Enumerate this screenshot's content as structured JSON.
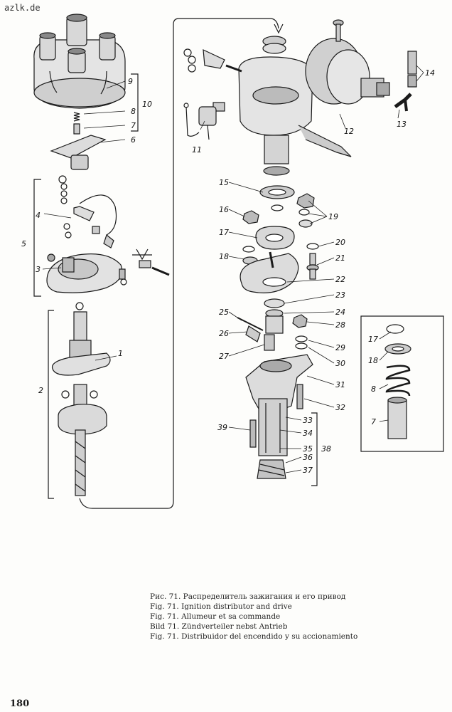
{
  "watermark": "azlk.de",
  "figure": {
    "labels": {
      "l1": "1",
      "l2": "2",
      "l3": "3",
      "l4": "4",
      "l5": "5",
      "l6": "6",
      "l7": "7",
      "l8": "8",
      "l9": "9",
      "l10": "10",
      "l11": "11",
      "l12": "12",
      "l13": "13",
      "l14": "14",
      "l15": "15",
      "l16": "16",
      "l17": "17",
      "l18": "18",
      "l19": "19",
      "l20": "20",
      "l21": "21",
      "l22": "22",
      "l23": "23",
      "l24": "24",
      "l25": "25",
      "l26": "26",
      "l27": "27",
      "l28": "28",
      "l29": "29",
      "l30": "30",
      "l31": "31",
      "l32": "32",
      "l33": "33",
      "l34": "34",
      "l35": "35",
      "l36": "36",
      "l37": "37",
      "l38": "38",
      "l39": "39",
      "inset17": "17",
      "inset18": "18",
      "inset8": "8",
      "inset7": "7"
    }
  },
  "captions": {
    "ru": "Рис. 71. Распределитель зажигания и его привод",
    "en": "Fig. 71. Ignition distributor and drive",
    "fr": "Fig. 71. Allumeur et sa commande",
    "de": "Bild 71. Zündverteiler nebst Antrieb",
    "es": "Fig. 71. Distribuidor del encendido y su accionamiento"
  },
  "page_number": "180"
}
